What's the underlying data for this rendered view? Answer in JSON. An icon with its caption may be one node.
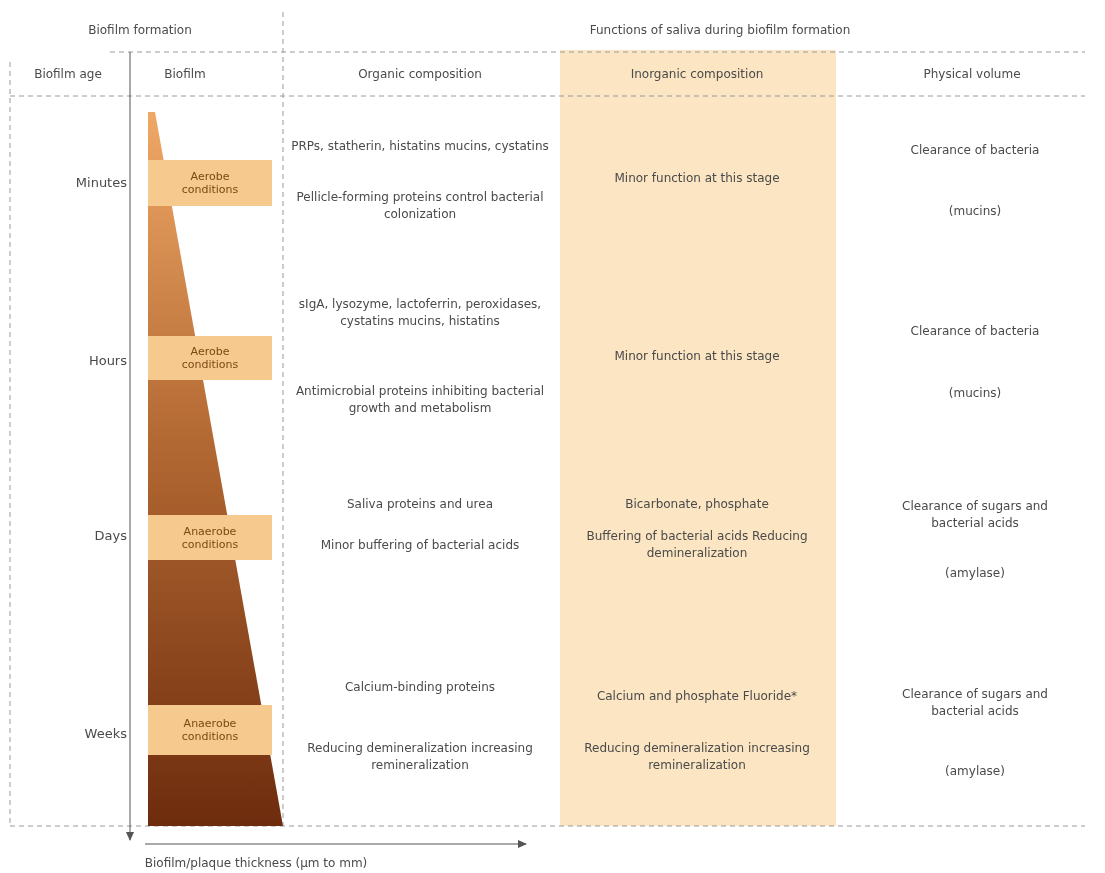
{
  "diagram": {
    "nodes": [
      {
        "text": [
          "Aerobe conditions"
        ]
      },
      {
        "text": [
          "Aerobe conditions"
        ]
      },
      {
        "text": [
          "Anaerobe conditions"
        ]
      },
      {
        "text": [
          "Anaerobe conditions"
        ]
      }
    ],
    "labels": [
      "Biofilm formation",
      "Functions of saliva during biofilm formation",
      "Biofilm age",
      "Biofilm",
      "Organic composition",
      "Inorganic composition",
      "Physical volume",
      "Minutes",
      "PRPs, statherin, histatins mucins, cystatins",
      "Pellicle-forming proteins control bacterial colonization",
      "Minor function at this stage",
      "Clearance of bacteria",
      "(mucins)",
      "Hours",
      "sIgA, lysozyme, lactoferrin, peroxidases, cystatins mucins, histatins",
      "Antimicrobial proteins inhibiting bacterial growth and metabolism",
      "Minor function at this stage",
      "Clearance of bacteria",
      "(mucins)",
      "Days",
      "Saliva proteins and urea",
      "Minor buffering of bacterial acids",
      "Bicarbonate, phosphate",
      "Buffering of bacterial acids Reducing demineralization",
      "Clearance of sugars and bacterial acids",
      "(amylase)",
      "Weeks",
      "Calcium-binding proteins",
      "Reducing demineralization increasing remineralization",
      "Calcium and phosphate Fluoride*",
      "Reducing demineralization increasing remineralization",
      "Clearance of sugars and bacterial acids",
      "(amylase)",
      "Biofilm/plaque thickness (µm to mm)"
    ]
  }
}
